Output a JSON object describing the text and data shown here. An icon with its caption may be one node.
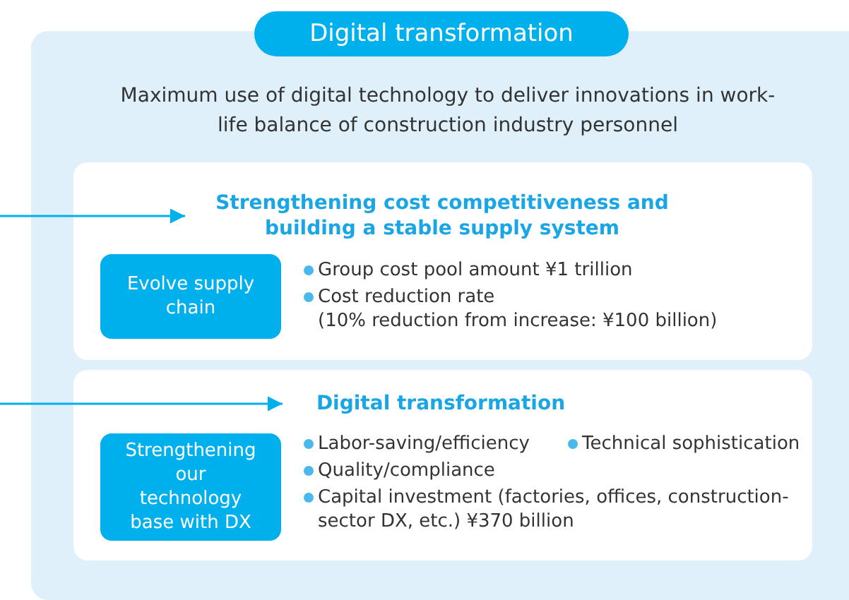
{
  "diagram": {
    "nodes": [
      {
        "text": [
          "Digital transformation"
        ]
      },
      {
        "text": [
          "Maximum use of digital technology to deliver innovations in work-life balance of construction industry personnel"
        ]
      },
      {
        "text": [
          "Group cost pool amount ¥1 trillion",
          "Cost reduction rate",
          "(10% reduction from increase: ¥100 billion)"
        ],
        "in": 1
      },
      {
        "text": [
          "Strengthening cost competitiveness and building a stable supply system"
        ],
        "in": 2
      },
      {
        "text": [
          "Evolve supply chain"
        ],
        "in": 2
      },
      {
        "text": [
          "Labor-saving/efficiency",
          "Technical sophistication",
          "Quality/compliance",
          "Capital investment (factories, offices, construction-sector DX, etc.) ¥370 billion"
        ],
        "in": 1
      },
      {
        "text": [
          "Digital transformation"
        ],
        "in": 5
      },
      {
        "text": [
          "Strengthening our technology base with DX"
        ],
        "in": 5
      }
    ],
    "edges": [
      {
        "from": null,
        "to": 3,
        "arrow": "to"
      },
      {
        "from": null,
        "to": 6,
        "arrow": "to"
      }
    ]
  }
}
